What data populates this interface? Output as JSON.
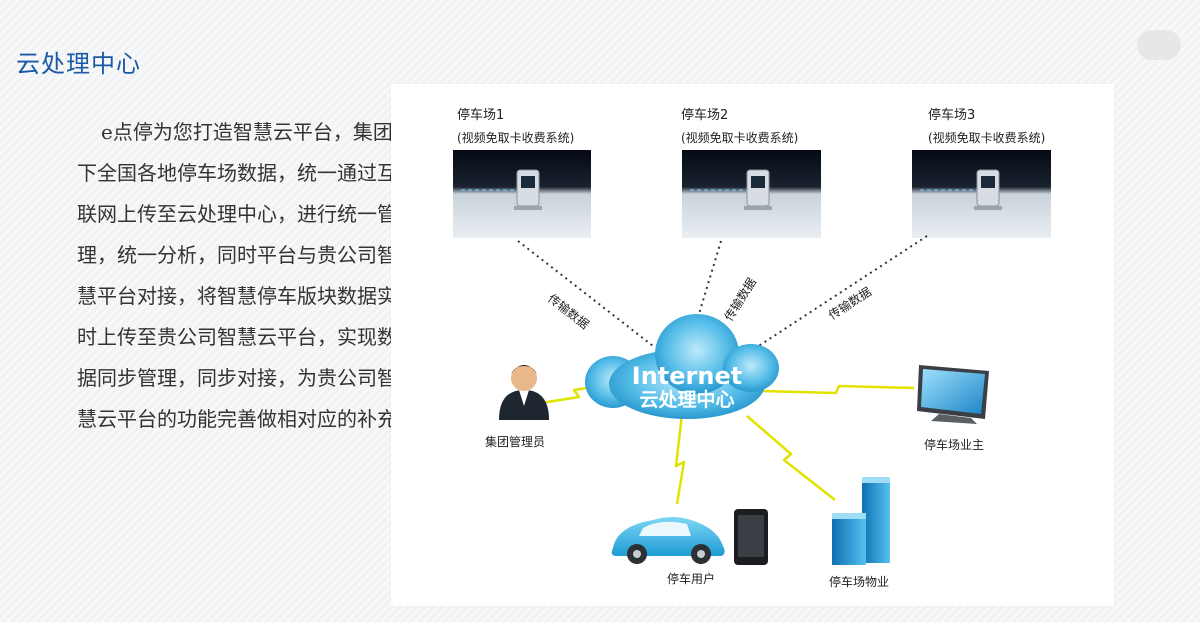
{
  "page": {
    "title": "云处理中心",
    "description": "e点停为您打造智慧云平台，集团下全国各地停车场数据，统一通过互联网上传至云处理中心，进行统一管理，统一分析，同时平台与贵公司智慧平台对接，将智慧停车版块数据实时上传至贵公司智慧云平台，实现数据同步管理，同步对接，为贵公司智慧云平台的功能完善做相对应的补充"
  },
  "diagram": {
    "parking_lots": [
      {
        "name": "停车场1",
        "system": "(视频免取卡收费系统)"
      },
      {
        "name": "停车场2",
        "system": "(视频免取卡收费系统)"
      },
      {
        "name": "停车场3",
        "system": "(视频免取卡收费系统)"
      }
    ],
    "link_labels": [
      "传输数据",
      "传输数据",
      "传输数据"
    ],
    "cloud": {
      "line1": "Internet",
      "line2": "云处理中心"
    },
    "nodes": {
      "group_admin": "集团管理员",
      "lot_owner": "停车场业主",
      "parking_user": "停车用户",
      "property": "停车场物业"
    },
    "colors": {
      "title": "#1b5aa6",
      "cloud": "#2aa3d8",
      "lightning": "#e2e200"
    }
  }
}
